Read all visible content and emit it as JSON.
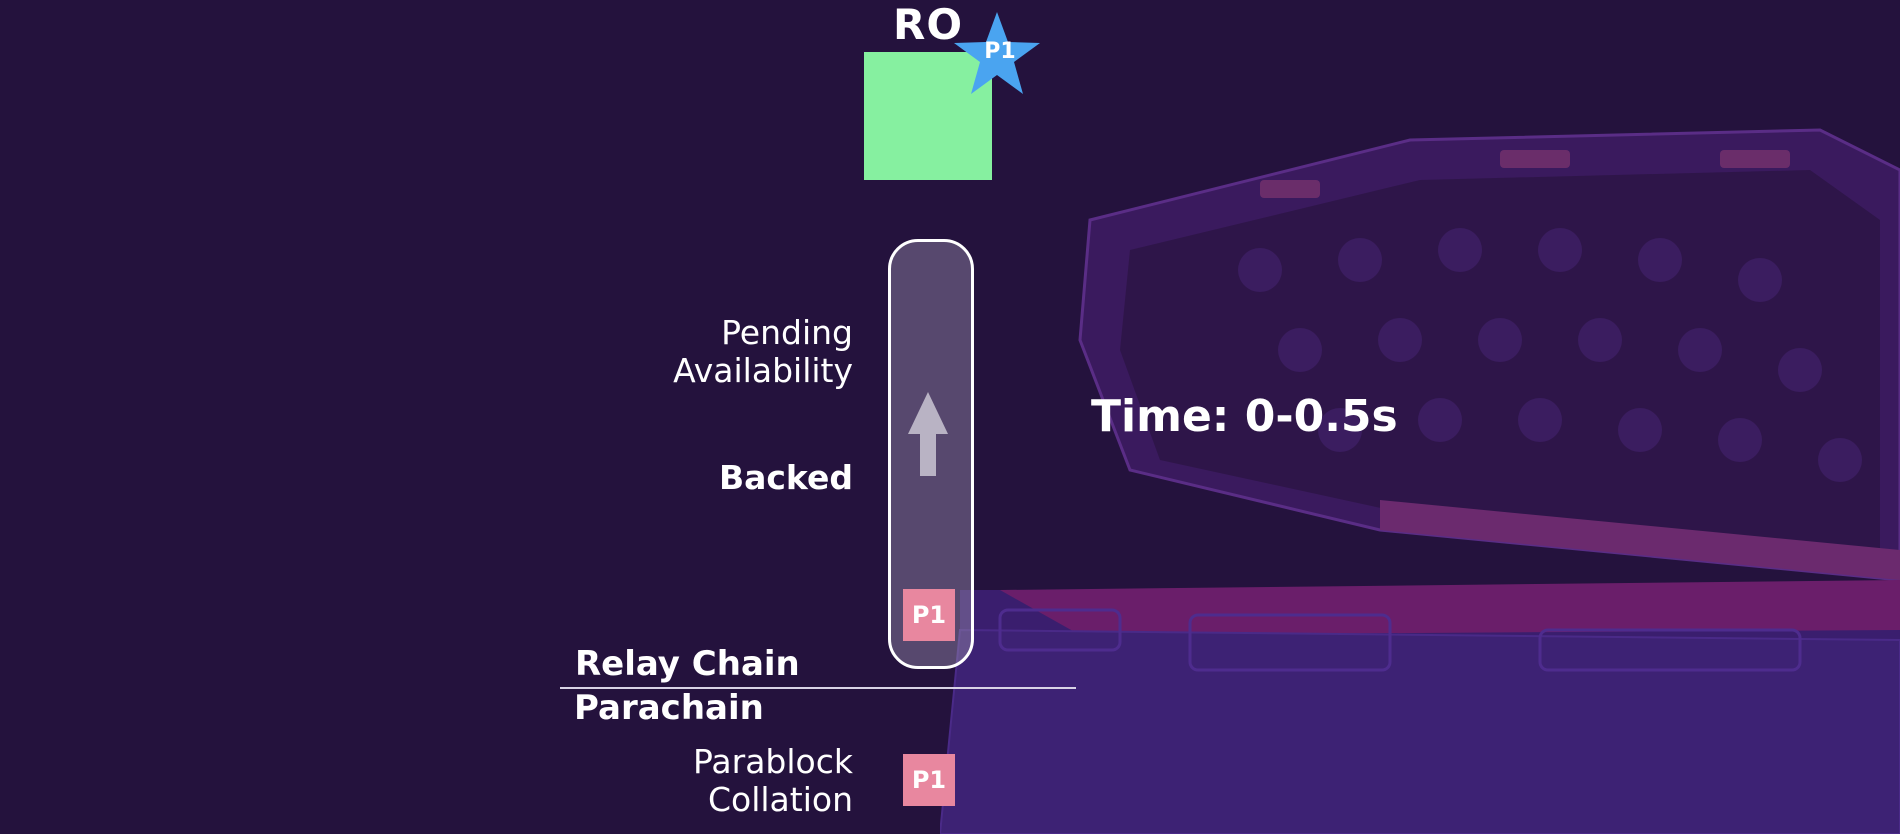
{
  "relay_block": {
    "label": "RO",
    "badge": "P1",
    "block_color": "#86f0a0",
    "badge_color": "#4aa4f0"
  },
  "stages": {
    "pending_line1": "Pending",
    "pending_line2": "Availability",
    "backed": "Backed",
    "collation_line1": "Parablock",
    "collation_line2": "Collation"
  },
  "tiles": {
    "relay_candidate": "P1",
    "parachain_candidate": "P1",
    "tile_color": "#e8879f"
  },
  "chains": {
    "relay": "Relay Chain",
    "parachain": "Parachain"
  },
  "time_label": "Time: 0-0.5s",
  "icons": {
    "badge_shape": "star-icon",
    "direction": "arrow-up-icon",
    "background_art": "open-case-illustration"
  },
  "colors": {
    "background": "#24123d",
    "text": "#ffffff"
  }
}
